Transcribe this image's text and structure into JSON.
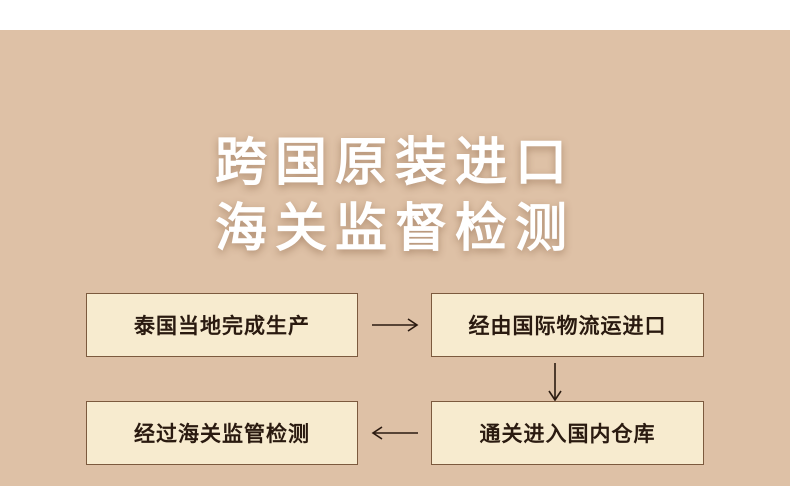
{
  "headline": {
    "line1": "跨国原装进口",
    "line2": "海关监督检测"
  },
  "flow": {
    "step1": "泰国当地完成生产",
    "step2": "经由国际物流运进口",
    "step3": "通关进入国内仓库",
    "step4": "经过海关监管检测"
  },
  "colors": {
    "background": "#dec1a6",
    "box_fill": "#f7ebcf",
    "box_border": "#7c5a3e",
    "text": "#2a1a10",
    "headline": "#ffffff"
  },
  "icons": [
    "arrow-right-icon",
    "arrow-down-icon",
    "arrow-left-icon"
  ]
}
